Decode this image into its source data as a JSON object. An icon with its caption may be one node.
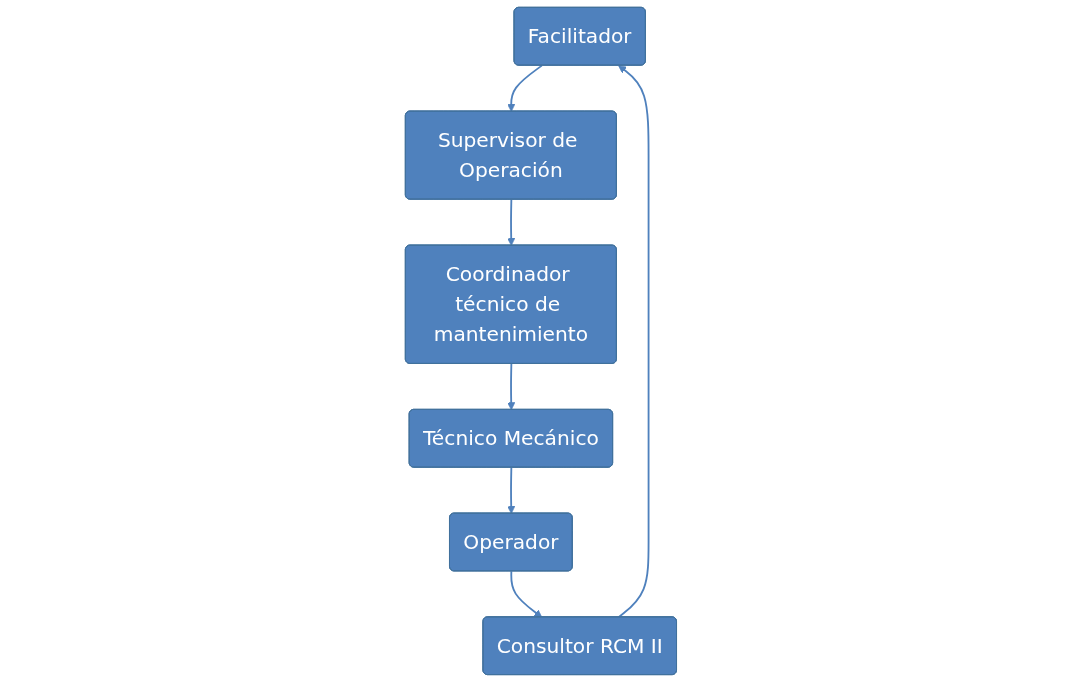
{
  "diagram": {
    "nodes": [
      {
        "text": [
          "Facilitador"
        ]
      },
      {
        "text": [
          "Supervisor de Operación"
        ]
      },
      {
        "text": [
          "Coordinador técnico de mantenimiento"
        ]
      },
      {
        "text": [
          "Técnico Mecánico"
        ]
      },
      {
        "text": [
          "Operador"
        ]
      },
      {
        "text": [
          "Consultor RCM II"
        ]
      }
    ],
    "edges": [
      {
        "from": 0,
        "to": 1,
        "arrow": "to"
      },
      {
        "from": 1,
        "to": 2,
        "arrow": "to"
      },
      {
        "from": 2,
        "to": 3,
        "arrow": "to"
      },
      {
        "from": 3,
        "to": 4,
        "arrow": "to"
      },
      {
        "from": 4,
        "to": 5,
        "arrow": "to"
      },
      {
        "from": 5,
        "to": 0,
        "arrow": "to"
      }
    ]
  }
}
